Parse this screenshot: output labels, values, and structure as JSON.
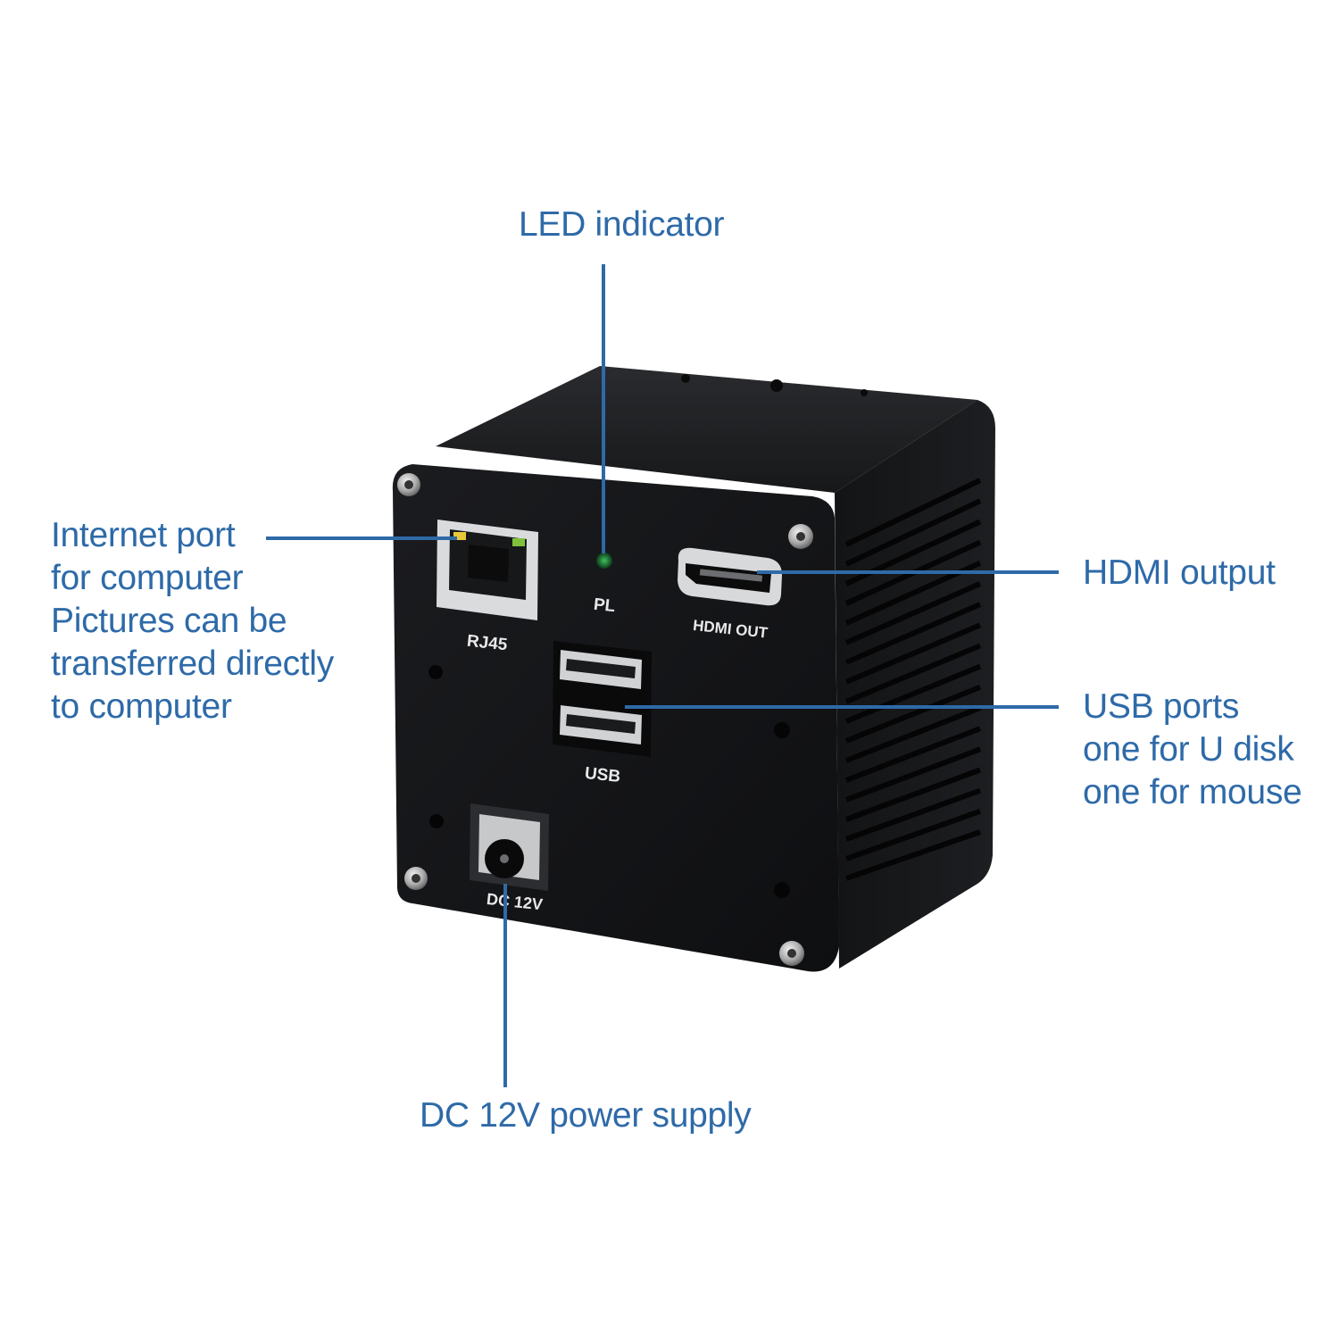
{
  "callouts": {
    "led": {
      "lines": [
        "LED indicator"
      ]
    },
    "internet": {
      "lines": [
        "Internet port",
        "for computer",
        "Pictures can be",
        "transferred directly",
        "to  computer"
      ]
    },
    "hdmi": {
      "lines": [
        "HDMI  output"
      ]
    },
    "usb": {
      "lines": [
        "USB ports",
        "one for U disk",
        "one for mouse"
      ]
    },
    "dc": {
      "lines": [
        "DC 12V power supply"
      ]
    }
  },
  "port_labels": {
    "rj45": "RJ45",
    "pl": "PL",
    "hdmi": "HDMI OUT",
    "usb": "USB",
    "dc": "DC 12V"
  },
  "colors": {
    "callout_text": "#2e6aa8",
    "leader_line": "#2e6aa8",
    "device_body": "#111214",
    "port_label": "#e9e9e9",
    "led": "#1f7a3a"
  }
}
